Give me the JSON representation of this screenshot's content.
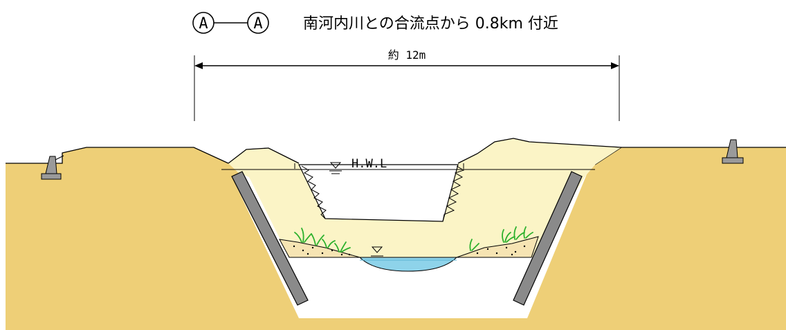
{
  "section": {
    "marker_left": "A",
    "marker_right": "A",
    "title": "南河内川との合流点から 0.8km 付近"
  },
  "dimension": {
    "label": "約 12m"
  },
  "water_level": {
    "label": "H.W.L"
  },
  "colors": {
    "ground": "#eecf77",
    "embankment": "#fbf4c6",
    "sheet_pile": "#8a8a8a",
    "water": "#8ed3ea",
    "sediment": "#f6e4b3",
    "vegetation": "#2db12d",
    "outline": "#000000"
  }
}
